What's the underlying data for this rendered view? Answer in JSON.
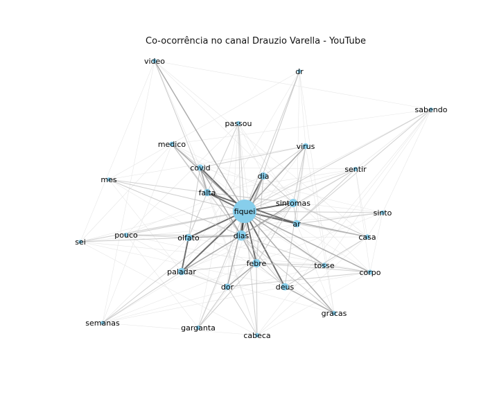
{
  "chart_data": {
    "type": "network",
    "title": "Co-ocorrência no canal Drauzio Varella - YouTube",
    "node_color": "#87ceeb",
    "edge_color": "#9e9e9e",
    "nodes": [
      {
        "id": "fiquei",
        "weight": 1.0
      },
      {
        "id": "video",
        "weight": 0.05
      },
      {
        "id": "dr",
        "weight": 0.03
      },
      {
        "id": "sabendo",
        "weight": 0.03
      },
      {
        "id": "passou",
        "weight": 0.05
      },
      {
        "id": "medico",
        "weight": 0.08
      },
      {
        "id": "virus",
        "weight": 0.12
      },
      {
        "id": "covid",
        "weight": 0.15
      },
      {
        "id": "dia",
        "weight": 0.2
      },
      {
        "id": "sentir",
        "weight": 0.05
      },
      {
        "id": "mes",
        "weight": 0.03
      },
      {
        "id": "falta",
        "weight": 0.2
      },
      {
        "id": "sintomas",
        "weight": 0.25
      },
      {
        "id": "sinto",
        "weight": 0.05
      },
      {
        "id": "ar",
        "weight": 0.2
      },
      {
        "id": "sei",
        "weight": 0.03
      },
      {
        "id": "pouco",
        "weight": 0.04
      },
      {
        "id": "olfato",
        "weight": 0.2
      },
      {
        "id": "dias",
        "weight": 0.35
      },
      {
        "id": "casa",
        "weight": 0.08
      },
      {
        "id": "febre",
        "weight": 0.25
      },
      {
        "id": "tosse",
        "weight": 0.08
      },
      {
        "id": "paladar",
        "weight": 0.2
      },
      {
        "id": "corpo",
        "weight": 0.08
      },
      {
        "id": "dor",
        "weight": 0.15
      },
      {
        "id": "deus",
        "weight": 0.2
      },
      {
        "id": "gracas",
        "weight": 0.05
      },
      {
        "id": "semanas",
        "weight": 0.03
      },
      {
        "id": "garganta",
        "weight": 0.05
      },
      {
        "id": "cabeca",
        "weight": 0.05
      }
    ],
    "edges": [
      [
        "fiquei",
        "video",
        2
      ],
      [
        "fiquei",
        "dr",
        1
      ],
      [
        "fiquei",
        "sabendo",
        1
      ],
      [
        "fiquei",
        "passou",
        1
      ],
      [
        "fiquei",
        "medico",
        2
      ],
      [
        "fiquei",
        "virus",
        2
      ],
      [
        "fiquei",
        "covid",
        3
      ],
      [
        "fiquei",
        "dia",
        3
      ],
      [
        "fiquei",
        "sentir",
        1
      ],
      [
        "fiquei",
        "mes",
        1
      ],
      [
        "fiquei",
        "falta",
        3
      ],
      [
        "fiquei",
        "sintomas",
        3
      ],
      [
        "fiquei",
        "sinto",
        1
      ],
      [
        "fiquei",
        "ar",
        3
      ],
      [
        "fiquei",
        "sei",
        1
      ],
      [
        "fiquei",
        "pouco",
        1
      ],
      [
        "fiquei",
        "olfato",
        3
      ],
      [
        "fiquei",
        "dias",
        4
      ],
      [
        "fiquei",
        "casa",
        2
      ],
      [
        "fiquei",
        "febre",
        3
      ],
      [
        "fiquei",
        "tosse",
        2
      ],
      [
        "fiquei",
        "paladar",
        3
      ],
      [
        "fiquei",
        "corpo",
        2
      ],
      [
        "fiquei",
        "dor",
        2
      ],
      [
        "fiquei",
        "deus",
        3
      ],
      [
        "fiquei",
        "gracas",
        2
      ],
      [
        "fiquei",
        "semanas",
        1
      ],
      [
        "fiquei",
        "garganta",
        1
      ],
      [
        "fiquei",
        "cabeca",
        1
      ],
      [
        "falta",
        "ar",
        3
      ],
      [
        "olfato",
        "paladar",
        3
      ],
      [
        "dias",
        "febre",
        2
      ],
      [
        "dor",
        "cabeca",
        1
      ],
      [
        "dor",
        "garganta",
        1
      ],
      [
        "deus",
        "gracas",
        2
      ],
      [
        "dias",
        "sintomas",
        2
      ],
      [
        "covid",
        "dias",
        2
      ],
      [
        "covid",
        "falta",
        2
      ],
      [
        "dia",
        "dias",
        2
      ],
      [
        "medico",
        "falta",
        1
      ],
      [
        "virus",
        "sintomas",
        1
      ],
      [
        "febre",
        "tosse",
        1
      ],
      [
        "febre",
        "dor",
        2
      ],
      [
        "paladar",
        "dias",
        2
      ],
      [
        "olfato",
        "dias",
        2
      ],
      [
        "sintomas",
        "ar",
        1
      ],
      [
        "sentir",
        "ar",
        1
      ],
      [
        "falta",
        "sintomas",
        1
      ],
      [
        "covid",
        "medico",
        1
      ],
      [
        "dias",
        "deus",
        1
      ],
      [
        "febre",
        "deus",
        1
      ],
      [
        "paladar",
        "dor",
        1
      ],
      [
        "mes",
        "falta",
        1
      ],
      [
        "sintomas",
        "casa",
        1
      ],
      [
        "ar",
        "casa",
        1
      ],
      [
        "tosse",
        "corpo",
        1
      ],
      [
        "passou",
        "dias",
        1
      ],
      [
        "pouco",
        "olfato",
        1
      ],
      [
        "video",
        "falta",
        1
      ],
      [
        "virus",
        "dia",
        1
      ],
      [
        "dr",
        "dias",
        1
      ],
      [
        "sabendo",
        "ar",
        1
      ],
      [
        "sinto",
        "ar",
        1
      ],
      [
        "semanas",
        "paladar",
        1
      ],
      [
        "garganta",
        "febre",
        1
      ],
      [
        "cabeca",
        "febre",
        1
      ],
      [
        "corpo",
        "dor",
        1
      ],
      [
        "gracas",
        "dias",
        1
      ],
      [
        "sei",
        "olfato",
        1
      ],
      [
        "tosse",
        "dias",
        1
      ],
      [
        "medico",
        "dias",
        1
      ],
      [
        "covid",
        "olfato",
        1
      ],
      [
        "dia",
        "febre",
        1
      ],
      [
        "sintomas",
        "febre",
        1
      ],
      [
        "virus",
        "deus",
        1
      ],
      [
        "sentir",
        "dias",
        1
      ],
      [
        "casa",
        "deus",
        1
      ],
      [
        "corpo",
        "febre",
        1
      ],
      [
        "paladar",
        "febre",
        1
      ],
      [
        "falta",
        "olfato",
        1
      ],
      [
        "pouco",
        "dias",
        1
      ],
      [
        "mes",
        "dias",
        1
      ],
      [
        "dia",
        "sintomas",
        1
      ],
      [
        "passou",
        "falta",
        1
      ],
      [
        "virus",
        "covid",
        1
      ]
    ]
  }
}
